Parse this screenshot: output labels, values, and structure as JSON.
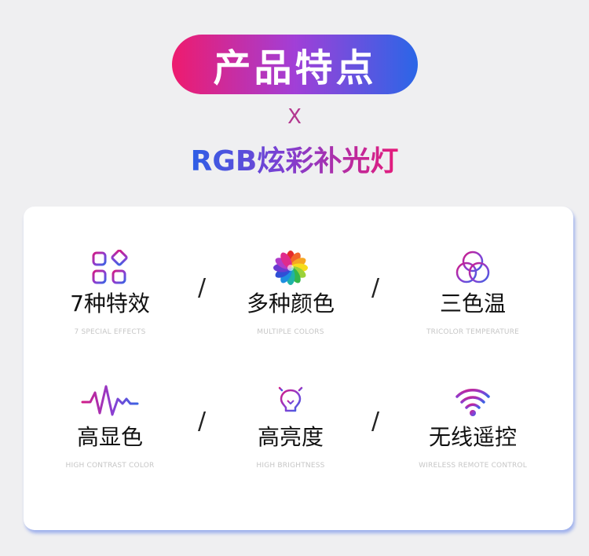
{
  "header": {
    "title": "产品特点",
    "cross": "X",
    "subtitle": "RGB炫彩补光灯"
  },
  "separator": "/",
  "features": [
    {
      "icon": "grid-shapes-icon",
      "name": "7种特效",
      "en": "7 SPECIAL EFFECTS"
    },
    {
      "icon": "color-wheel-icon",
      "name": "多种颜色",
      "en": "MULTIPLE COLORS"
    },
    {
      "icon": "three-circles-icon",
      "name": "三色温",
      "en": "TRICOLOR TEMPERATURE"
    },
    {
      "icon": "pulse-wave-icon",
      "name": "高显色",
      "en": "HIGH CONTRAST COLOR"
    },
    {
      "icon": "light-bulb-icon",
      "name": "高亮度",
      "en": "HIGH BRIGHTNESS"
    },
    {
      "icon": "wifi-icon",
      "name": "无线遥控",
      "en": "WIRELESS REMOTE CONTROL"
    }
  ],
  "colors": {
    "background": "#efeff1",
    "gradient_pink": "#ee1b6e",
    "gradient_purple": "#a13fd7",
    "gradient_blue": "#2a66e7"
  }
}
